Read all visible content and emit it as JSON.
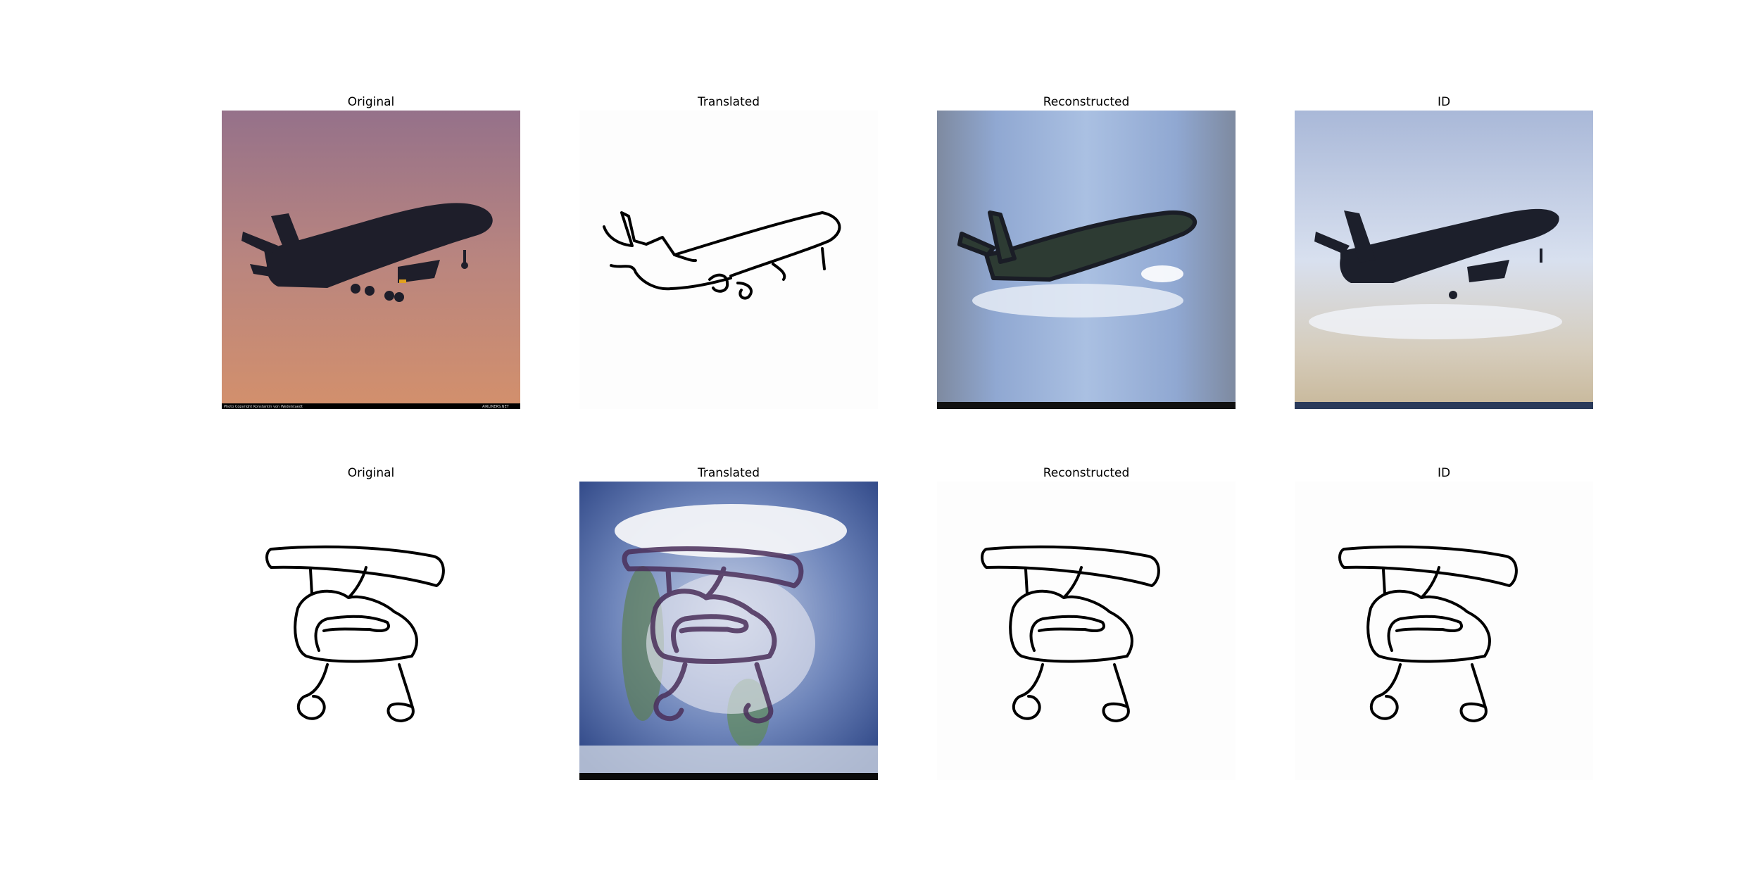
{
  "rows": [
    {
      "panels": [
        {
          "title": "Original",
          "content": "airplane silhouette photo at dusk",
          "watermark_left": "Photo Copyright Konstantin von Wedelstaedt",
          "watermark_right": "AIRLINERS.NET"
        },
        {
          "title": "Translated",
          "content": "airplane line sketch"
        },
        {
          "title": "Reconstructed",
          "content": "airplane photo reconstruction, blue sky"
        },
        {
          "title": "ID",
          "content": "airplane photo identity mapping, blue sky"
        }
      ]
    },
    {
      "panels": [
        {
          "title": "Original",
          "content": "hand-drawn line sketch"
        },
        {
          "title": "Translated",
          "content": "blurred colorized sketch on blue background"
        },
        {
          "title": "Reconstructed",
          "content": "hand-drawn line sketch reconstruction"
        },
        {
          "title": "ID",
          "content": "hand-drawn line sketch identity mapping"
        }
      ]
    }
  ],
  "colors": {
    "dusk_top": "#96728a",
    "dusk_bottom": "#d08f6e",
    "silhouette": "#1e1e2a",
    "sky_blue": "#8aa6d4",
    "sky_light": "#dfe6f2",
    "ink": "#000000",
    "dark_blue": "#2f4a8c",
    "purple_ink": "#4a2f5a"
  }
}
